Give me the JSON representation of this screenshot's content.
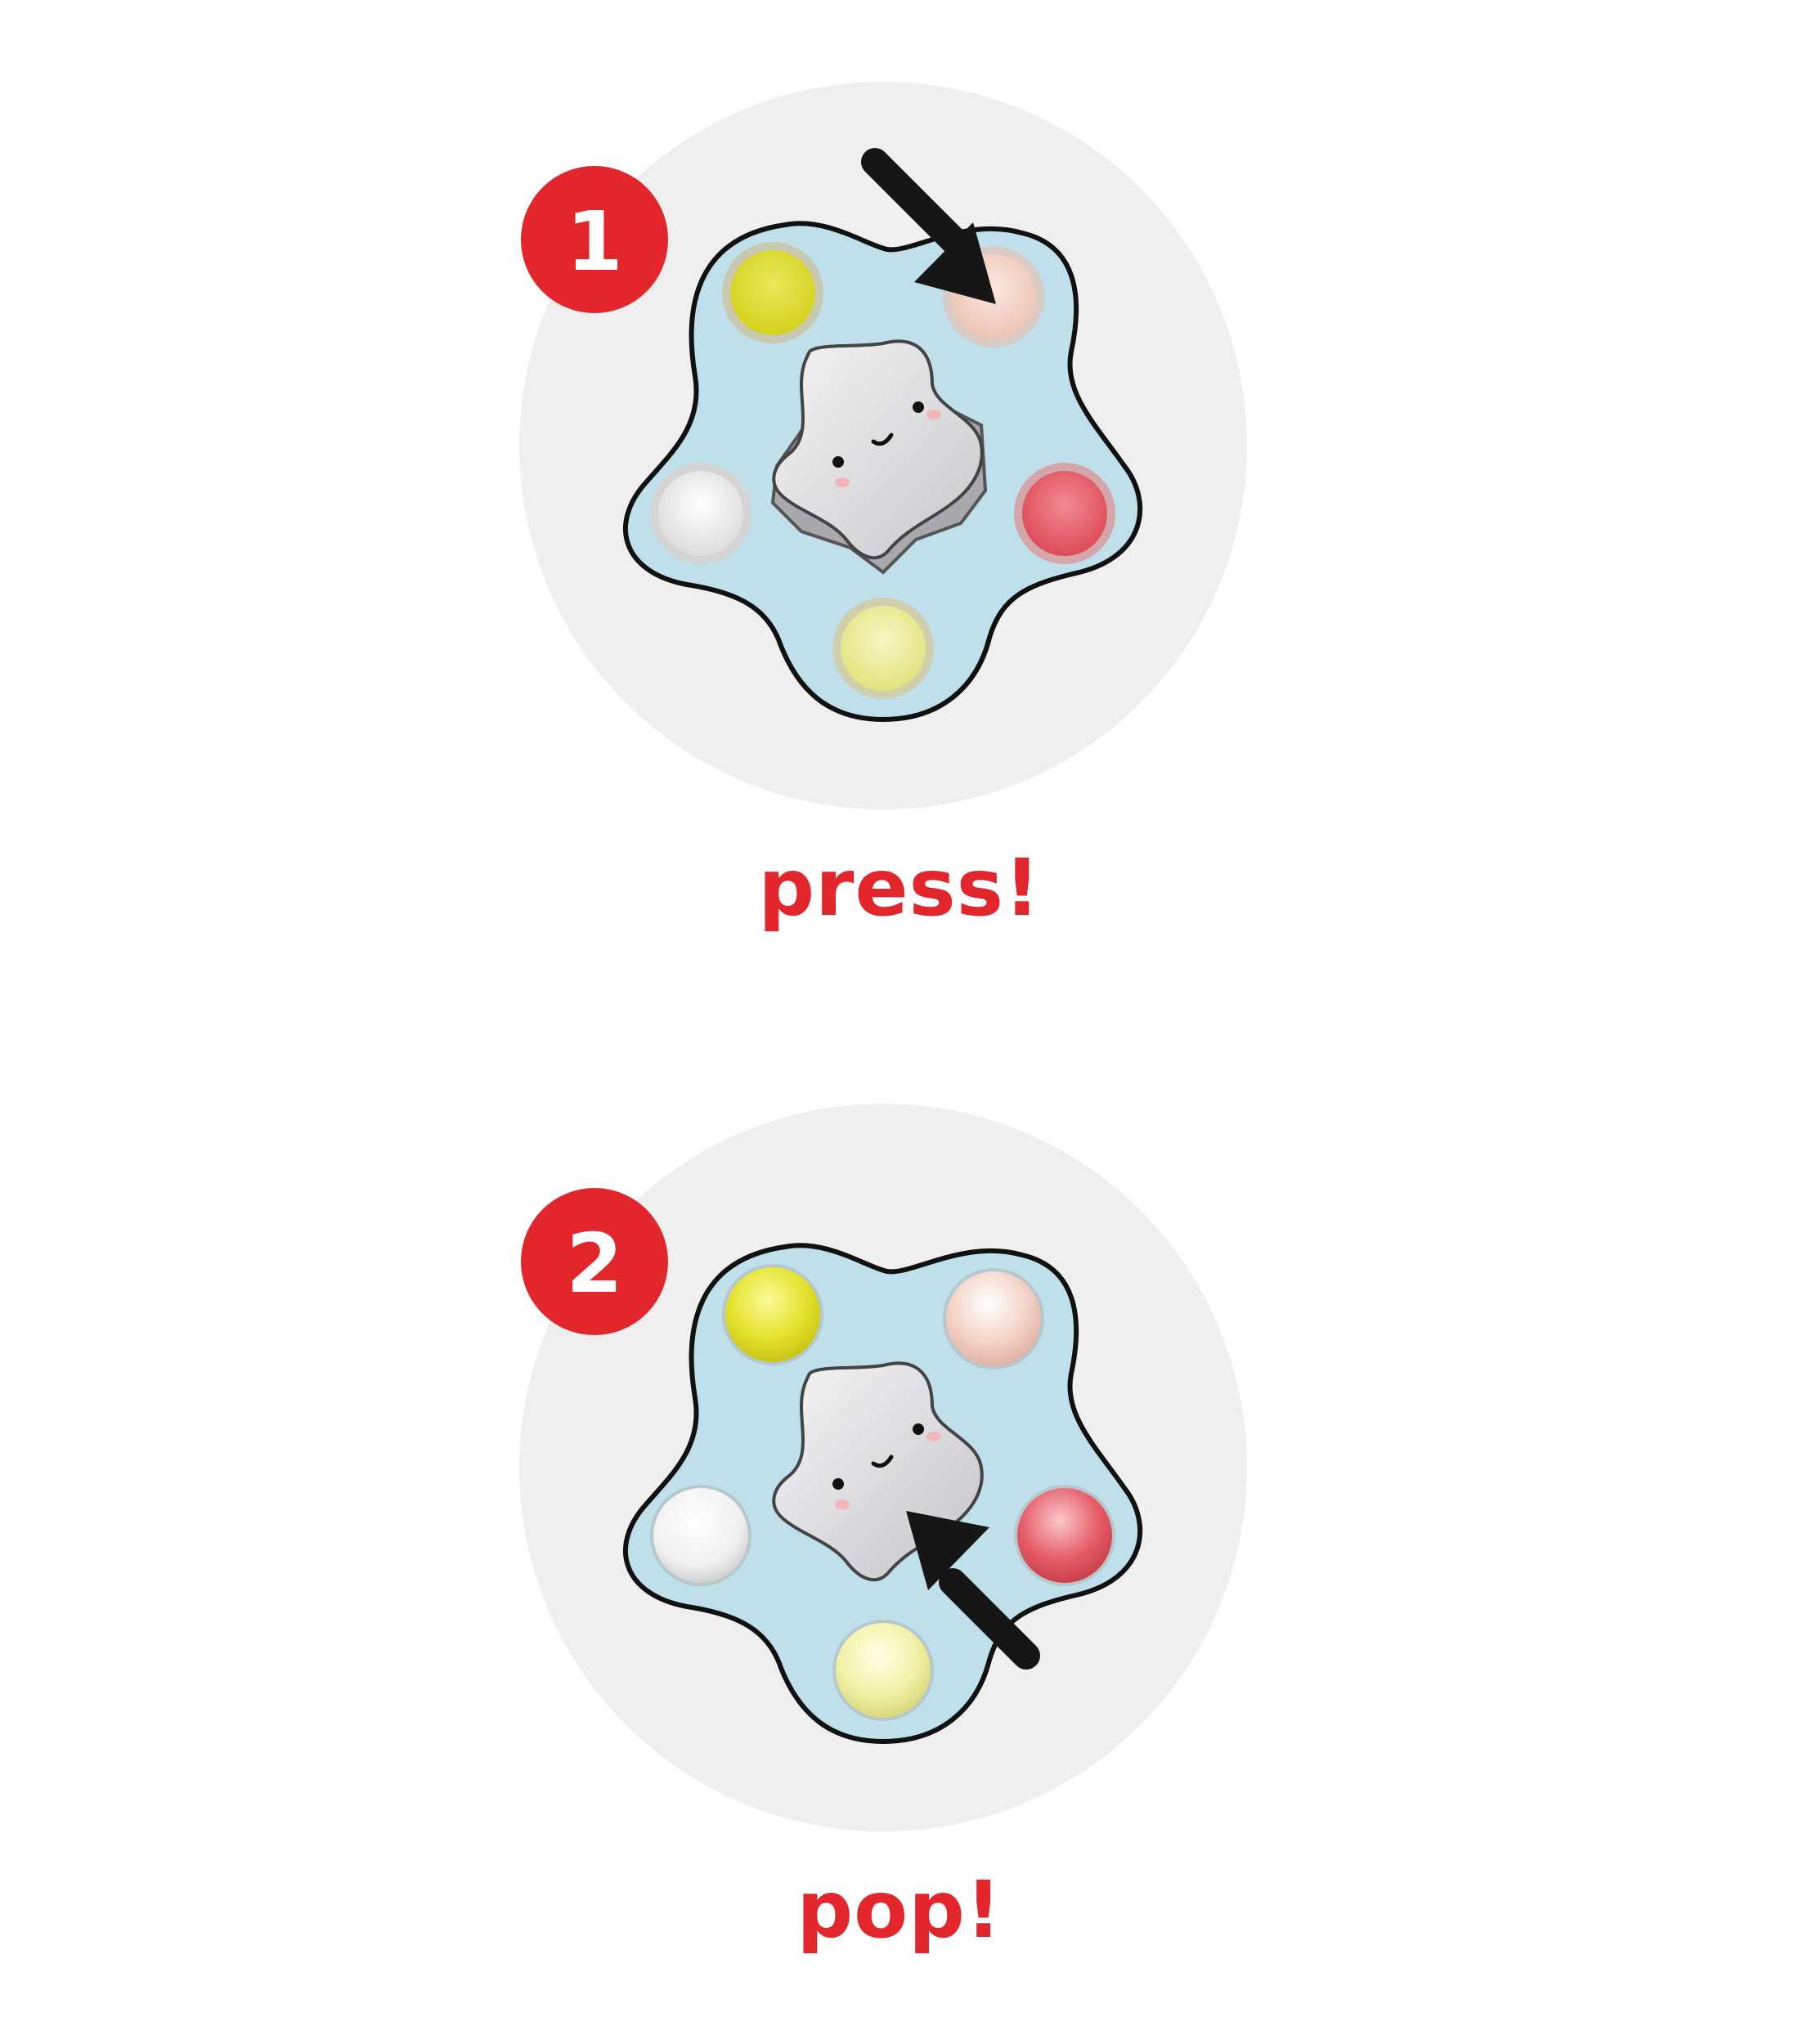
{
  "colors": {
    "background_disc": "#efefef",
    "toy_body": "#bfe0ea",
    "outline": "#111111",
    "badge": "#e3262b",
    "caption": "#e3262b",
    "star": "#e1e1e3",
    "arrow": "#161616",
    "button_yellow": "#dedc2a",
    "button_peach": "#f3d6cb",
    "button_white": "#f4f4f4",
    "button_red": "#e9626d",
    "button_pale_yellow": "#eded9c"
  },
  "icons": {
    "step_badge": "numbered-circle-icon",
    "arrow": "arrow-icon",
    "star": "star-face-icon",
    "buttons": "pop-button-icon"
  },
  "steps": [
    {
      "number": "1",
      "caption": "press!"
    },
    {
      "number": "2",
      "caption": "pop!"
    }
  ]
}
